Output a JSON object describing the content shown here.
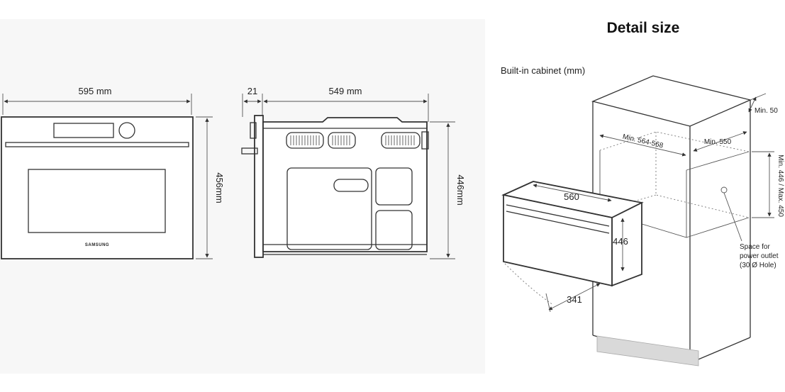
{
  "front_view": {
    "width_label": "595 mm",
    "height_label": "456mm",
    "brand": "SAMSUNG"
  },
  "side_view": {
    "offset_label": "21",
    "depth_label": "549 mm",
    "height_label": "446mm"
  },
  "detail": {
    "title": "Detail size",
    "subtitle": "Built-in cabinet (mm)",
    "min_depth_top": "Min. 50",
    "cabinet_width": "Min. 564-568",
    "cabinet_depth": "Min. 550",
    "cabinet_height": "Min. 446 / Max. 450",
    "oven_width": "560",
    "oven_height": "446",
    "door_depth": "341",
    "power_note": [
      "Space for",
      "power outlet",
      "(30 Ø Hole)"
    ]
  }
}
